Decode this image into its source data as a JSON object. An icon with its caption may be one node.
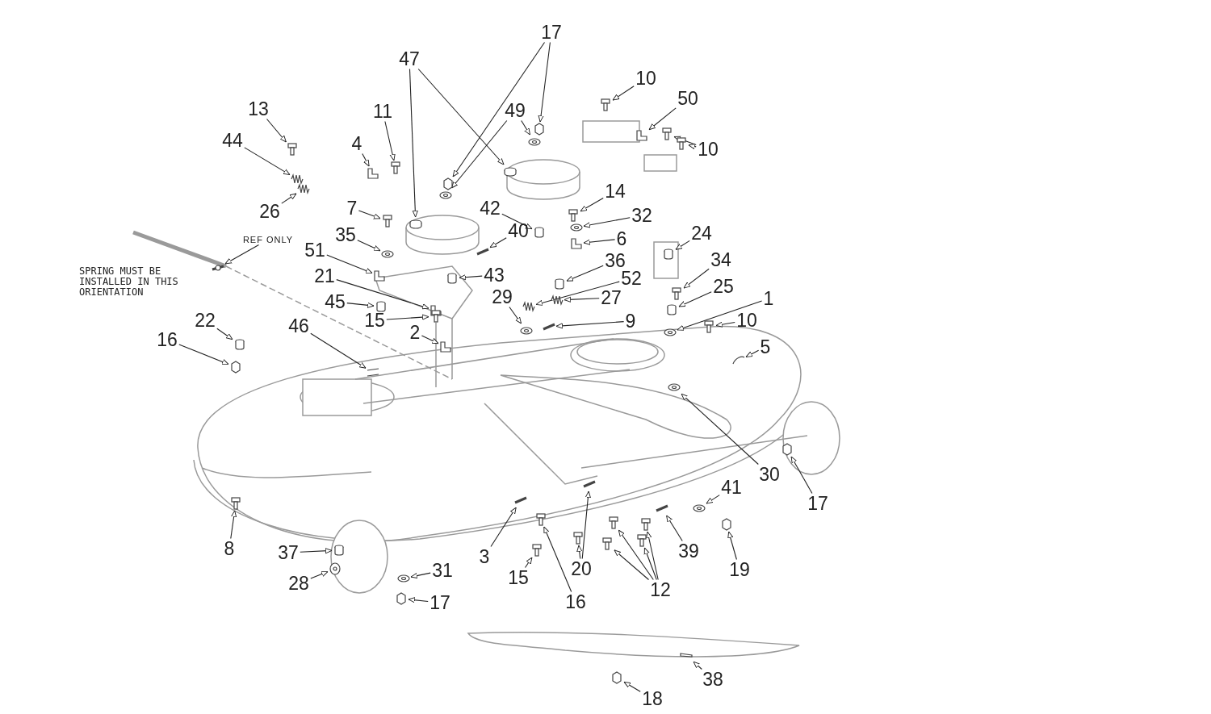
{
  "diagram": {
    "nodes": [
      {
        "text": [
          "17"
        ]
      },
      {
        "text": [
          "47"
        ]
      },
      {
        "text": [
          "49"
        ]
      },
      {
        "text": [
          "10"
        ]
      },
      {
        "text": [
          "50"
        ]
      },
      {
        "text": [
          "13"
        ]
      },
      {
        "text": [
          "11"
        ]
      },
      {
        "text": [
          "44"
        ]
      },
      {
        "text": [
          "4"
        ]
      },
      {
        "text": [
          "10"
        ]
      },
      {
        "text": [
          "14"
        ]
      },
      {
        "text": [
          "26"
        ]
      },
      {
        "text": [
          "7"
        ]
      },
      {
        "text": [
          "32"
        ]
      },
      {
        "text": [
          "42"
        ]
      },
      {
        "text": [
          "40"
        ]
      },
      {
        "text": [
          "24"
        ]
      },
      {
        "text": [
          "6"
        ]
      },
      {
        "text": [
          "REF ONLY"
        ]
      },
      {
        "text": [
          "35"
        ]
      },
      {
        "text": [
          "51"
        ]
      },
      {
        "text": [
          "36"
        ]
      },
      {
        "text": [
          "34"
        ]
      },
      {
        "text": [
          "43"
        ]
      },
      {
        "text": [
          "21"
        ]
      },
      {
        "text": [
          "52"
        ]
      },
      {
        "text": [
          "25"
        ]
      },
      {
        "text": [
          "1"
        ]
      },
      {
        "text": [
          "45"
        ]
      },
      {
        "text": [
          "29"
        ]
      },
      {
        "text": [
          "27"
        ]
      },
      {
        "text": [
          "15"
        ]
      },
      {
        "text": [
          "9"
        ]
      },
      {
        "text": [
          "22"
        ]
      },
      {
        "text": [
          "10"
        ]
      },
      {
        "text": [
          "16"
        ]
      },
      {
        "text": [
          "46"
        ]
      },
      {
        "text": [
          "2"
        ]
      },
      {
        "text": [
          "5"
        ]
      },
      {
        "text": [
          "30"
        ]
      },
      {
        "text": [
          "41"
        ]
      },
      {
        "text": [
          "17"
        ]
      },
      {
        "text": [
          "8"
        ]
      },
      {
        "text": [
          "3"
        ]
      },
      {
        "text": [
          "39"
        ]
      },
      {
        "text": [
          "37"
        ]
      },
      {
        "text": [
          "20"
        ]
      },
      {
        "text": [
          "19"
        ]
      },
      {
        "text": [
          "31"
        ]
      },
      {
        "text": [
          "15"
        ]
      },
      {
        "text": [
          "28"
        ]
      },
      {
        "text": [
          "12"
        ]
      },
      {
        "text": [
          "16"
        ]
      },
      {
        "text": [
          "17"
        ]
      },
      {
        "text": [
          "38"
        ]
      },
      {
        "text": [
          "18"
        ]
      },
      {
        "text": [],
        "shape": "nut"
      },
      {
        "text": [],
        "shape": "nut"
      },
      {
        "text": [],
        "shape": "pulley"
      },
      {
        "text": [],
        "shape": "pulley"
      },
      {
        "text": [],
        "shape": "washer"
      },
      {
        "text": [],
        "shape": "washer"
      },
      {
        "text": [],
        "shape": "bolt"
      },
      {
        "text": [],
        "shape": "bracket"
      },
      {
        "text": [],
        "shape": "bolt"
      },
      {
        "text": [],
        "shape": "bolt"
      },
      {
        "text": [],
        "shape": "spring"
      },
      {
        "text": [],
        "shape": "bracket"
      },
      {
        "text": [],
        "shape": "bolt"
      },
      {
        "text": [],
        "shape": "bolt"
      },
      {
        "text": [],
        "shape": "bolt"
      },
      {
        "text": [],
        "shape": "spring"
      },
      {
        "text": [],
        "shape": "bolt"
      },
      {
        "text": [],
        "shape": "washer"
      },
      {
        "text": [],
        "shape": "cylinder"
      },
      {
        "text": [],
        "shape": "rod"
      },
      {
        "text": [],
        "shape": "cylinder"
      },
      {
        "text": [],
        "shape": "bracket"
      },
      {
        "text": [],
        "shape": "cable"
      },
      {
        "text": [],
        "shape": "washer"
      },
      {
        "text": [],
        "shape": "bracket"
      },
      {
        "text": [],
        "shape": "cylinder"
      },
      {
        "text": [],
        "shape": "bolt"
      },
      {
        "text": [],
        "shape": "cylinder"
      },
      {
        "text": [],
        "shape": "bracket"
      },
      {
        "text": [],
        "shape": "spring"
      },
      {
        "text": [],
        "shape": "cylinder"
      },
      {
        "text": [],
        "shape": "washer"
      },
      {
        "text": [],
        "shape": "cylinder"
      },
      {
        "text": [],
        "shape": "washer"
      },
      {
        "text": [],
        "shape": "spring"
      },
      {
        "text": [],
        "shape": "bolt"
      },
      {
        "text": [],
        "shape": "rod"
      },
      {
        "text": [],
        "shape": "cylinder"
      },
      {
        "text": [],
        "shape": "bolt"
      },
      {
        "text": [],
        "shape": "nut"
      },
      {
        "text": [],
        "shape": "belt"
      },
      {
        "text": [],
        "shape": "bracket"
      },
      {
        "text": [],
        "shape": "deck"
      },
      {
        "text": [],
        "shape": "washer"
      },
      {
        "text": [],
        "shape": "washer"
      },
      {
        "text": [],
        "shape": "nut"
      },
      {
        "text": [],
        "shape": "bolt"
      },
      {
        "text": [],
        "shape": "rod"
      },
      {
        "text": [],
        "shape": "rod"
      },
      {
        "text": [],
        "shape": "cylinder"
      },
      {
        "text": [],
        "shape": "bolt"
      },
      {
        "text": [],
        "shape": "rod"
      },
      {
        "text": [],
        "shape": "nut"
      },
      {
        "text": [],
        "shape": "washer"
      },
      {
        "text": [],
        "shape": "bolt"
      },
      {
        "text": [],
        "shape": "wheel"
      },
      {
        "text": [],
        "shape": "bolt"
      },
      {
        "text": [],
        "shape": "bolt"
      },
      {
        "text": [],
        "shape": "bolt"
      },
      {
        "text": [],
        "shape": "bolt"
      },
      {
        "text": [],
        "shape": "bolt"
      },
      {
        "text": [],
        "shape": "nut"
      },
      {
        "text": [],
        "shape": "blade"
      },
      {
        "text": [],
        "shape": "nut"
      }
    ],
    "edges": [
      {
        "from": 0,
        "to": 56,
        "arrow": "to"
      },
      {
        "from": 0,
        "to": 57,
        "arrow": "to"
      },
      {
        "from": 1,
        "to": 58,
        "arrow": "to"
      },
      {
        "from": 1,
        "to": 59,
        "arrow": "to"
      },
      {
        "from": 2,
        "to": 60,
        "arrow": "to"
      },
      {
        "from": 2,
        "to": 61,
        "arrow": "to"
      },
      {
        "from": 3,
        "to": 62,
        "arrow": "to"
      },
      {
        "from": 4,
        "to": 63,
        "arrow": "to"
      },
      {
        "from": 5,
        "to": 64,
        "arrow": "to"
      },
      {
        "from": 6,
        "to": 65,
        "arrow": "to"
      },
      {
        "from": 7,
        "to": 66,
        "arrow": "to"
      },
      {
        "from": 8,
        "to": 67,
        "arrow": "to"
      },
      {
        "from": 9,
        "to": 68,
        "arrow": "to"
      },
      {
        "from": 9,
        "to": 69,
        "arrow": "to"
      },
      {
        "from": 10,
        "to": 70,
        "arrow": "to"
      },
      {
        "from": 11,
        "to": 71,
        "arrow": "to"
      },
      {
        "from": 12,
        "to": 72,
        "arrow": "to"
      },
      {
        "from": 13,
        "to": 73,
        "arrow": "to"
      },
      {
        "from": 14,
        "to": 74,
        "arrow": "to"
      },
      {
        "from": 15,
        "to": 75,
        "arrow": "to"
      },
      {
        "from": 16,
        "to": 76,
        "arrow": "to"
      },
      {
        "from": 17,
        "to": 77,
        "arrow": "to"
      },
      {
        "from": 18,
        "to": 78,
        "arrow": "to"
      },
      {
        "from": 19,
        "to": 79,
        "arrow": "to"
      },
      {
        "from": 20,
        "to": 80,
        "arrow": "to"
      },
      {
        "from": 21,
        "to": 81,
        "arrow": "to"
      },
      {
        "from": 22,
        "to": 82,
        "arrow": "to"
      },
      {
        "from": 23,
        "to": 83,
        "arrow": "to"
      },
      {
        "from": 24,
        "to": 84,
        "arrow": "to"
      },
      {
        "from": 25,
        "to": 85,
        "arrow": "to"
      },
      {
        "from": 26,
        "to": 86,
        "arrow": "to"
      },
      {
        "from": 27,
        "to": 87,
        "arrow": "to"
      },
      {
        "from": 28,
        "to": 88,
        "arrow": "to"
      },
      {
        "from": 29,
        "to": 89,
        "arrow": "to"
      },
      {
        "from": 30,
        "to": 90,
        "arrow": "to"
      },
      {
        "from": 31,
        "to": 91,
        "arrow": "to"
      },
      {
        "from": 32,
        "to": 92,
        "arrow": "to"
      },
      {
        "from": 33,
        "to": 93,
        "arrow": "to"
      },
      {
        "from": 34,
        "to": 94,
        "arrow": "to"
      },
      {
        "from": 35,
        "to": 95,
        "arrow": "to"
      },
      {
        "from": 36,
        "to": 96,
        "arrow": "to"
      },
      {
        "from": 37,
        "to": 97,
        "arrow": "to"
      },
      {
        "from": 38,
        "to": 98,
        "arrow": "to"
      },
      {
        "from": 39,
        "to": 99,
        "arrow": "to"
      },
      {
        "from": 40,
        "to": 100,
        "arrow": "to"
      },
      {
        "from": 41,
        "to": 101,
        "arrow": "to"
      },
      {
        "from": 42,
        "to": 102,
        "arrow": "to"
      },
      {
        "from": 43,
        "to": 103,
        "arrow": "to"
      },
      {
        "from": 44,
        "to": 104,
        "arrow": "to"
      },
      {
        "from": 45,
        "to": 105,
        "arrow": "to"
      },
      {
        "from": 46,
        "to": 106,
        "arrow": "to"
      },
      {
        "from": 46,
        "to": 107,
        "arrow": "to"
      },
      {
        "from": 47,
        "to": 108,
        "arrow": "to"
      },
      {
        "from": 48,
        "to": 109,
        "arrow": "to"
      },
      {
        "from": 49,
        "to": 110,
        "arrow": "to"
      },
      {
        "from": 50,
        "to": 111,
        "arrow": "to"
      },
      {
        "from": 51,
        "to": 112,
        "arrow": "to"
      },
      {
        "from": 51,
        "to": 113,
        "arrow": "to"
      },
      {
        "from": 51,
        "to": 114,
        "arrow": "to"
      },
      {
        "from": 51,
        "to": 115,
        "arrow": "to"
      },
      {
        "from": 52,
        "to": 116,
        "arrow": "to"
      },
      {
        "from": 53,
        "to": 117,
        "arrow": "to"
      },
      {
        "from": 54,
        "to": 118,
        "arrow": "to"
      },
      {
        "from": 55,
        "to": 119,
        "arrow": "to"
      }
    ],
    "labels": [
      "SPRING MUST BE INSTALLED IN THIS ORIENTATION"
    ]
  }
}
